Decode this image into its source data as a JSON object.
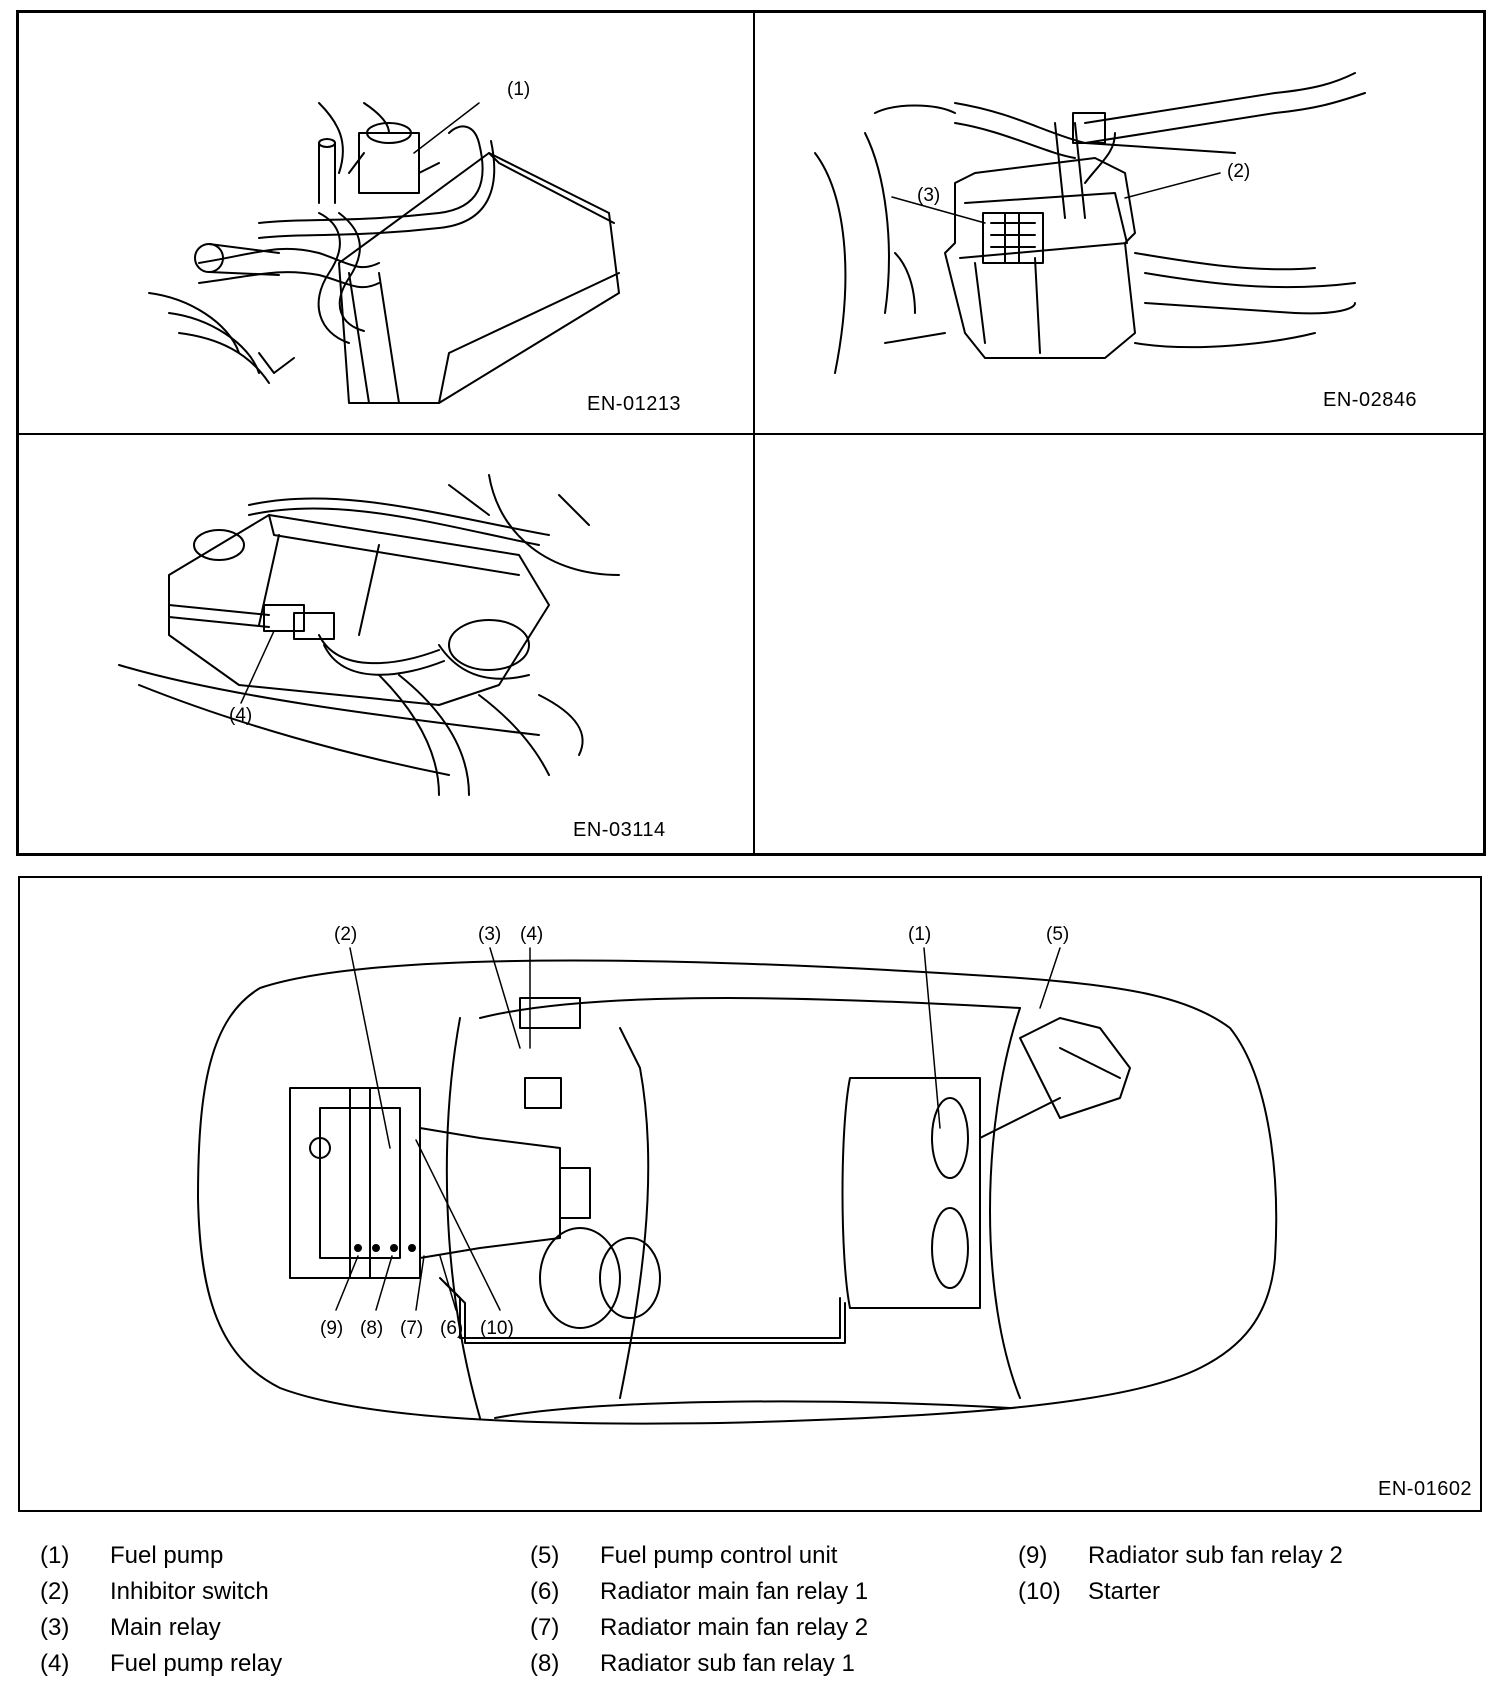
{
  "panels": [
    {
      "code": "EN-01213",
      "callouts": [
        "(1)"
      ]
    },
    {
      "code": "EN-02846",
      "callouts": [
        "(2)",
        "(3)"
      ]
    },
    {
      "code": "EN-03114",
      "callouts": [
        "(4)"
      ]
    }
  ],
  "main_figure": {
    "code": "EN-01602",
    "callouts": [
      "(1)",
      "(2)",
      "(3)",
      "(4)",
      "(5)",
      "(6)",
      "(7)",
      "(8)",
      "(9)",
      "(10)"
    ]
  },
  "legend": [
    {
      "num": "(1)",
      "label": "Fuel pump"
    },
    {
      "num": "(2)",
      "label": "Inhibitor switch"
    },
    {
      "num": "(3)",
      "label": "Main relay"
    },
    {
      "num": "(4)",
      "label": "Fuel pump relay"
    },
    {
      "num": "(5)",
      "label": "Fuel pump control unit"
    },
    {
      "num": "(6)",
      "label": "Radiator main fan relay 1"
    },
    {
      "num": "(7)",
      "label": "Radiator main fan relay 2"
    },
    {
      "num": "(8)",
      "label": "Radiator sub fan relay 1"
    },
    {
      "num": "(9)",
      "label": "Radiator sub fan relay 2"
    },
    {
      "num": "(10)",
      "label": "Starter"
    }
  ]
}
